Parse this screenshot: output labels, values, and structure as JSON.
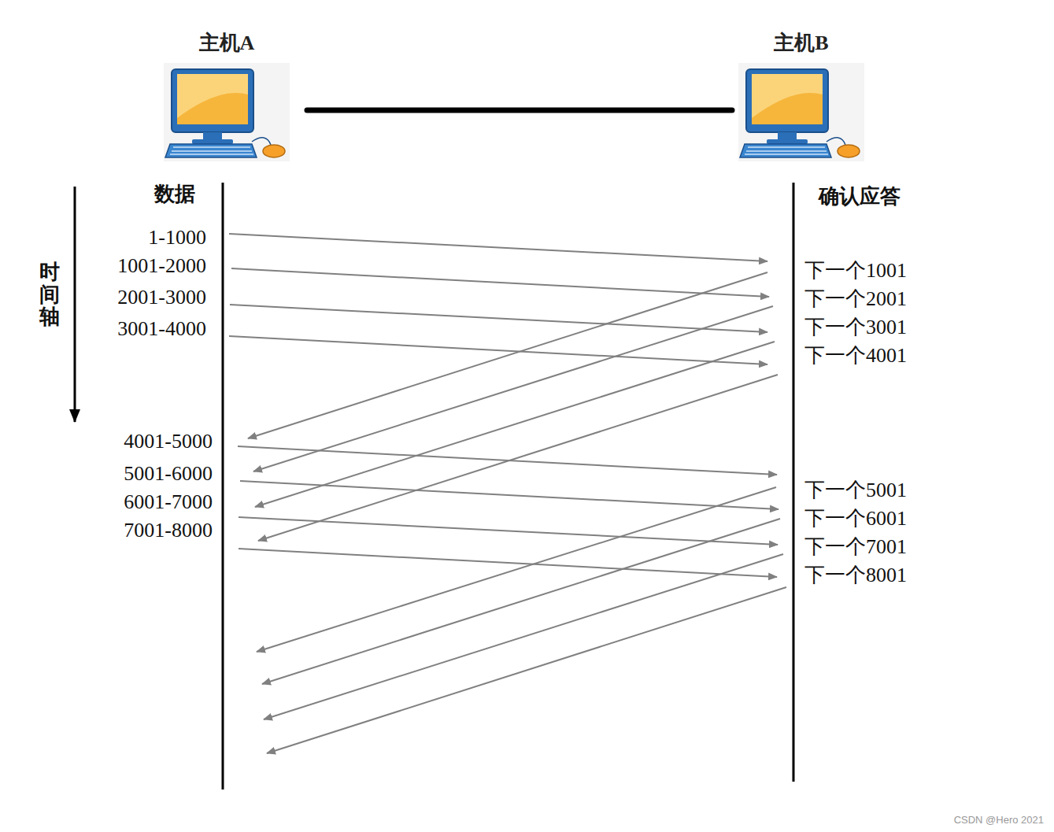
{
  "diagram": {
    "nodes": [
      {
        "text": [
          "主机A"
        ]
      },
      {
        "text": [
          "主机B"
        ]
      }
    ],
    "edges": [
      {
        "from": 0,
        "to": 1,
        "arrow": "none"
      }
    ],
    "labels": [
      "数据",
      "确认应答",
      "时间轴",
      "1-1000",
      "1001-2000",
      "2001-3000",
      "3001-4000",
      "下一个1001",
      "下一个2001",
      "下一个3001",
      "下一个4001",
      "4001-5000",
      "5001-6000",
      "6001-7000",
      "7001-8000",
      "下一个5001",
      "下一个6001",
      "下一个7001",
      "下一个8001",
      "CSDN @Hero 2021"
    ]
  }
}
